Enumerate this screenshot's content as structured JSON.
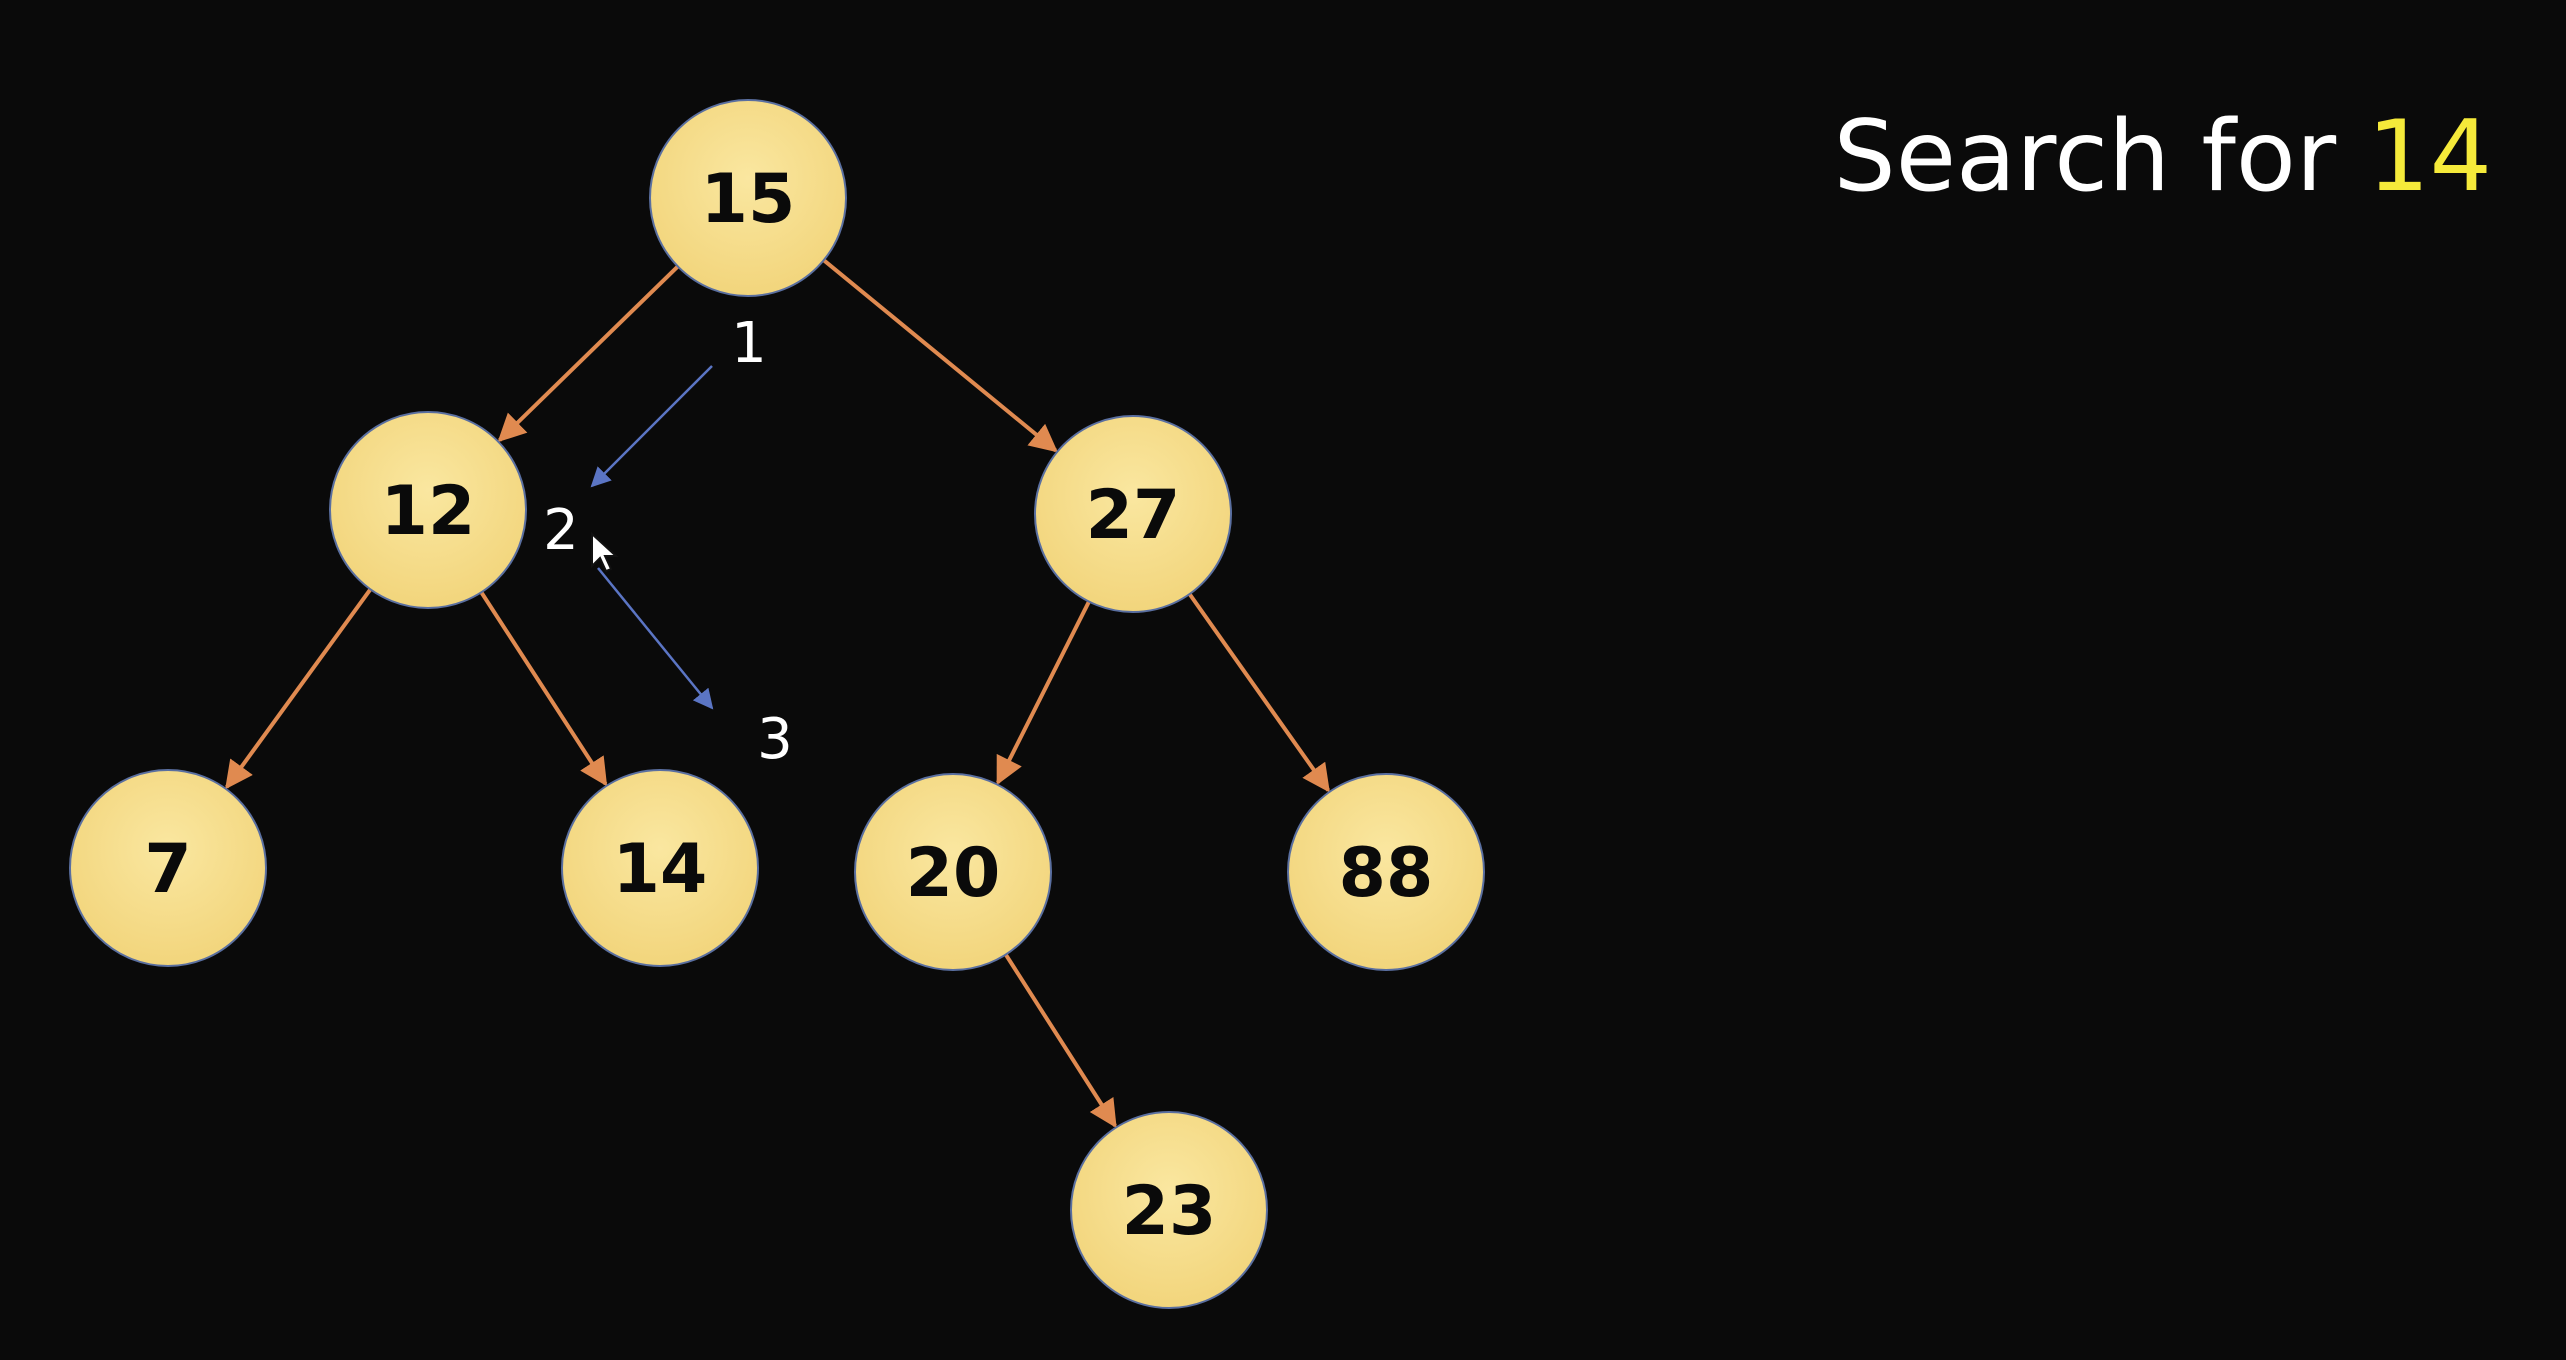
{
  "title": {
    "prefix": "Search for",
    "target": "14"
  },
  "tree": {
    "nodes": [
      {
        "id": "n15",
        "label": "15"
      },
      {
        "id": "n12",
        "label": "12"
      },
      {
        "id": "n27",
        "label": "27"
      },
      {
        "id": "n7",
        "label": "7"
      },
      {
        "id": "n14",
        "label": "14"
      },
      {
        "id": "n20",
        "label": "20"
      },
      {
        "id": "n88",
        "label": "88"
      },
      {
        "id": "n23",
        "label": "23"
      }
    ],
    "edges": [
      {
        "from": "n15",
        "to": "n12"
      },
      {
        "from": "n15",
        "to": "n27"
      },
      {
        "from": "n12",
        "to": "n7"
      },
      {
        "from": "n12",
        "to": "n14"
      },
      {
        "from": "n27",
        "to": "n20"
      },
      {
        "from": "n27",
        "to": "n88"
      },
      {
        "from": "n20",
        "to": "n23"
      }
    ]
  },
  "search_path": {
    "steps": [
      "1",
      "2",
      "3"
    ]
  },
  "colors": {
    "background": "#0a0a0a",
    "node_fill": "#f7dd8a",
    "node_stroke": "#5a6fa0",
    "edge": "#e08a50",
    "search_arrow": "#5b75c4",
    "highlight": "#f5ea3a"
  }
}
